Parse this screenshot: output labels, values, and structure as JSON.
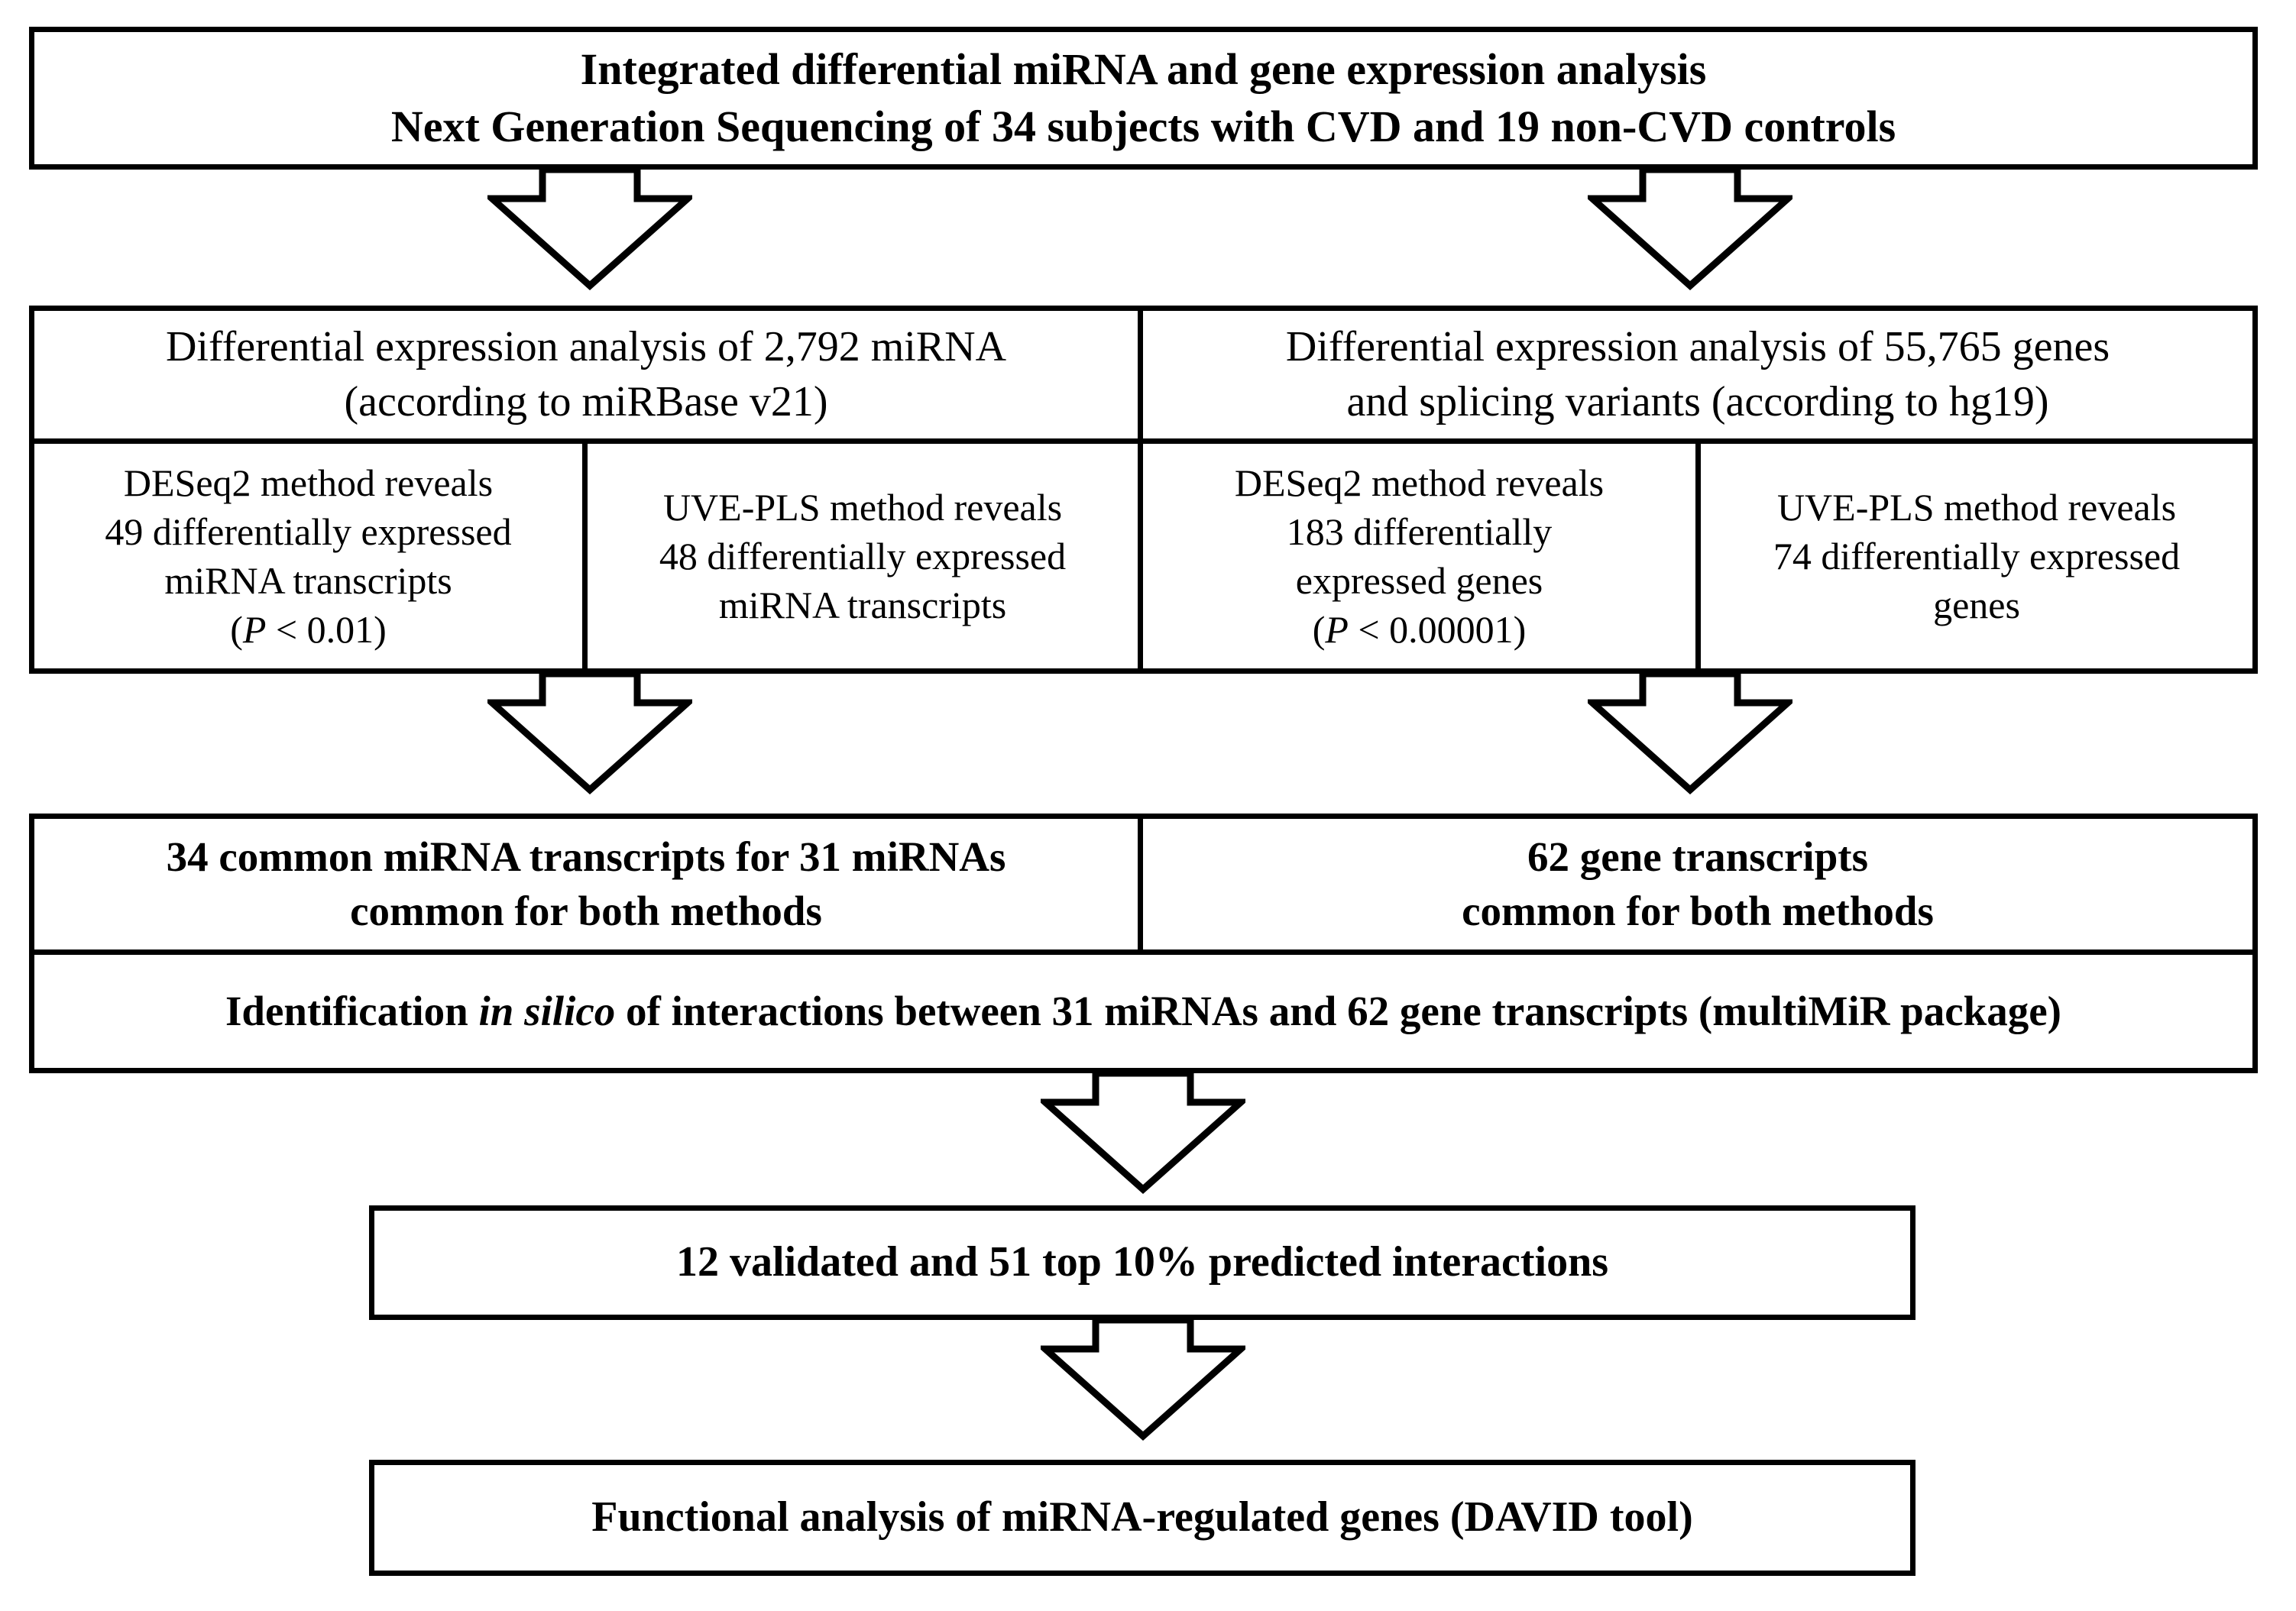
{
  "figure": {
    "type": "flowchart",
    "title": "Integrated differential miRNA and gene expression analysis workflow",
    "orientation": "top-to-bottom",
    "line_color": "#000000",
    "fill_color": "#ffffff"
  },
  "nodes": {
    "study_title": {
      "line1": "Integrated differential miRNA and gene expression analysis",
      "line2": "Next Generation Sequencing of 34 subjects with CVD and 19 non-CVD controls"
    },
    "mirna_analysis": {
      "line1": "Differential expression analysis of 2,792 miRNA",
      "line2": "(according to miRBase v21)"
    },
    "gene_analysis": {
      "line1": "Differential expression analysis of 55,765 genes",
      "line2": "and splicing variants (according to hg19)"
    },
    "mirna_deseq2": {
      "line1": "DESeq2 method reveals",
      "line2": "49 differentially expressed",
      "line3": "miRNA transcripts",
      "line4_pre": "(",
      "line4_italic": "P",
      "line4_post": " < 0.01)"
    },
    "mirna_uvepls": {
      "line1": "UVE-PLS method reveals",
      "line2": "48 differentially expressed",
      "line3": "miRNA transcripts"
    },
    "gene_deseq2": {
      "line1": "DESeq2 method reveals",
      "line2": "183 differentially",
      "line3": "expressed genes",
      "line4_pre": "(",
      "line4_italic": "P",
      "line4_post": " < 0.00001)"
    },
    "gene_uvepls": {
      "line1": "UVE-PLS method reveals",
      "line2": "74 differentially expressed",
      "line3": "genes"
    },
    "mirna_common": {
      "line1": "34 common miRNA transcripts for 31 miRNAs",
      "line2": "common for both methods"
    },
    "gene_common": {
      "line1": "62 gene transcripts",
      "line2": "common for both methods"
    },
    "insilico": {
      "pre": "Identification ",
      "italic": "in silico",
      "post": " of interactions between 31 miRNAs and 62 gene transcripts (multiMiR package)"
    },
    "interactions": {
      "line1": "12 validated and 51 top 10% predicted interactions"
    },
    "functional": {
      "line1": "Functional analysis of miRNA-regulated genes (DAVID tool)"
    }
  },
  "arrows": [
    {
      "name": "arrow-title-to-mirna"
    },
    {
      "name": "arrow-title-to-gene"
    },
    {
      "name": "arrow-mirna-methods-to-common"
    },
    {
      "name": "arrow-gene-methods-to-common"
    },
    {
      "name": "arrow-insilico-to-interactions"
    },
    {
      "name": "arrow-interactions-to-functional"
    }
  ]
}
